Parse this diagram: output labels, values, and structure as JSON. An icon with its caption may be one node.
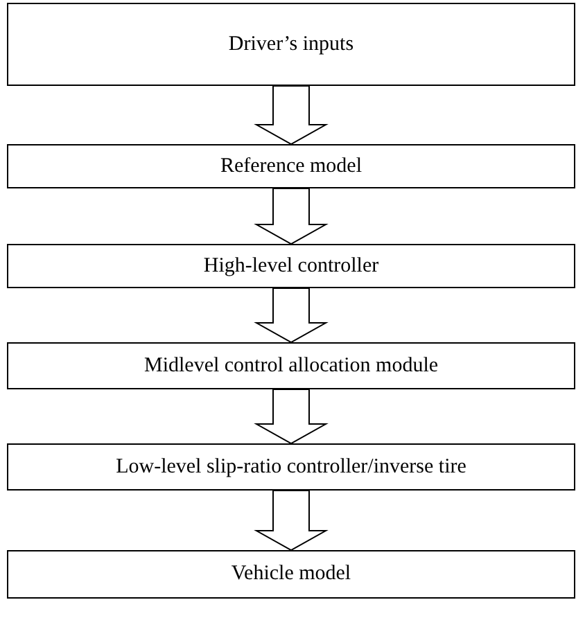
{
  "diagram": {
    "nodes": [
      {
        "text": [
          "Driver’s inputs"
        ]
      },
      {
        "text": [
          "Reference model"
        ]
      },
      {
        "text": [
          "High-level controller"
        ]
      },
      {
        "text": [
          "Midlevel control allocation module"
        ]
      },
      {
        "text": [
          "Low-level slip-ratio controller/inverse tire"
        ]
      },
      {
        "text": [
          "Vehicle model"
        ]
      }
    ],
    "edges": [
      {
        "from": 0,
        "to": 1,
        "arrow": "to"
      },
      {
        "from": 1,
        "to": 2,
        "arrow": "to"
      },
      {
        "from": 2,
        "to": 3,
        "arrow": "to"
      },
      {
        "from": 3,
        "to": 4,
        "arrow": "to"
      },
      {
        "from": 4,
        "to": 5,
        "arrow": "to"
      }
    ]
  }
}
